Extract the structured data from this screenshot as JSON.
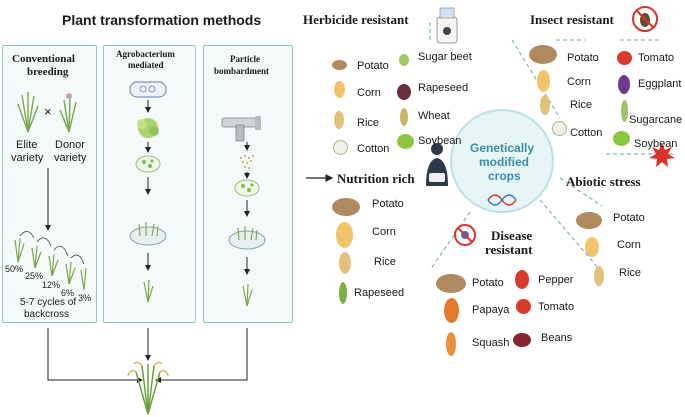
{
  "title": "Plant transformation methods",
  "methods": {
    "conventional": {
      "title_line1": "Conventional",
      "title_line2": "breeding",
      "cross_symbol": "×",
      "elite_line1": "Elite",
      "elite_line2": "variety",
      "donor_line1": "Donor",
      "donor_line2": "variety",
      "percents": [
        "50%",
        "25%",
        "12%",
        "6%",
        "3%"
      ],
      "cycles_line1": "5-7 cycles of",
      "cycles_line2": "backcross"
    },
    "agrobacterium": {
      "title_line1": "Agrobacterium",
      "title_line2": "mediated"
    },
    "particle": {
      "title_line1": "Particle",
      "title_line2": "bombardment"
    }
  },
  "center": {
    "line1": "Genetically",
    "line2": "modified",
    "line3": "crops"
  },
  "categories": {
    "herbicide": {
      "title": "Herbicide resistant",
      "crops_left": [
        "Potato",
        "Corn",
        "Rice",
        "Cotton"
      ],
      "crops_right": [
        "Sugar beet",
        "Rapeseed",
        "Wheat",
        "Soybean"
      ]
    },
    "insect": {
      "title": "Insect resistant",
      "crops_left": [
        "Potato",
        "Corn",
        "Rice",
        "Cotton"
      ],
      "crops_right": [
        "Tomato",
        "Eggplant",
        "Sugarcane",
        "Soybean"
      ]
    },
    "nutrition": {
      "title": "Nutrition rich",
      "crops": [
        "Potato",
        "Corn",
        "Rice",
        "Rapeseed"
      ]
    },
    "abiotic": {
      "title": "Abiotic stress",
      "crops": [
        "Potato",
        "Corn",
        "Rice"
      ]
    },
    "disease": {
      "title_line1": "Disease",
      "title_line2": "resistant",
      "crops_left": [
        "Potato",
        "Papaya",
        "Squash"
      ],
      "crops_right": [
        "Pepper",
        "Tomato",
        "Beans"
      ]
    }
  },
  "colors": {
    "panel_border": "#8fc7c0",
    "panel_fill": "#f4faf9",
    "center_fill": "#e6f5f5",
    "center_text": "#3a8fa6",
    "dashed_line": "#6aa6b7",
    "potato": "#b08a5e",
    "corn": "#f1c36a",
    "tomato": "#d93b2b",
    "soybean": "#8cc63f",
    "eggplant": "#6b3a8c",
    "star": "#d8322b"
  },
  "icons": [
    "spray-bottle-icon",
    "insect-prohibited-icon",
    "person-icon",
    "star-burst-icon",
    "dna-icon",
    "virus-prohibited-icon"
  ]
}
